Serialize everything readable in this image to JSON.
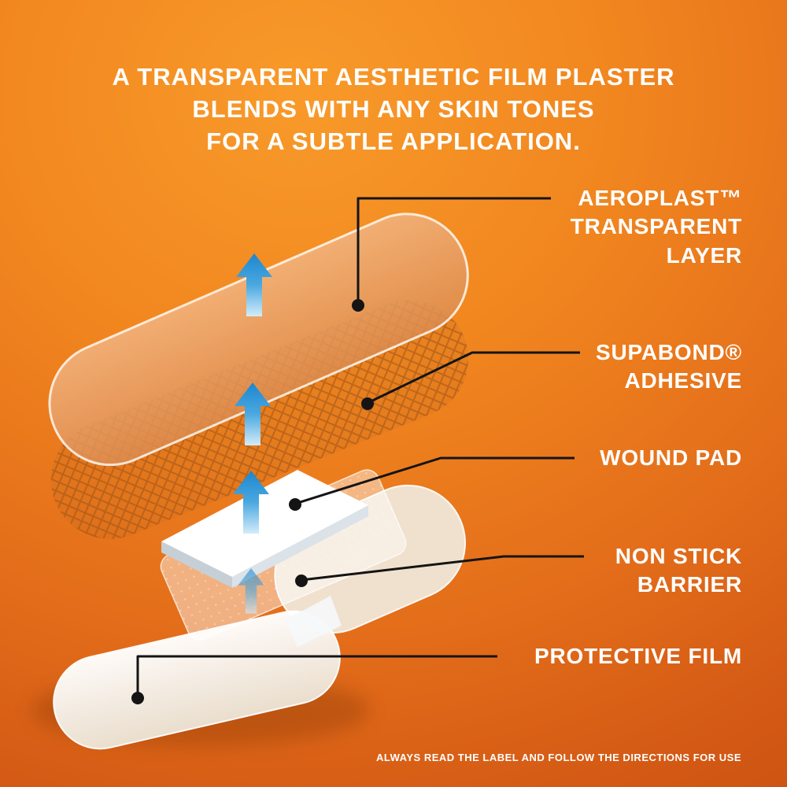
{
  "title": {
    "line1": "A TRANSPARENT AESTHETIC FILM PLASTER",
    "line2": "BLENDS WITH ANY SKIN TONES",
    "line3": "FOR A SUBTLE APPLICATION."
  },
  "callouts": {
    "aeroplast": {
      "lines": [
        "AEROPLAST™",
        "TRANSPARENT",
        "LAYER"
      ]
    },
    "supabond": {
      "lines": [
        "SUPABOND®",
        "ADHESIVE"
      ]
    },
    "wound_pad": {
      "lines": [
        "WOUND PAD"
      ]
    },
    "non_stick": {
      "lines": [
        "NON STICK",
        "BARRIER"
      ]
    },
    "protective_film": {
      "lines": [
        "PROTECTIVE FILM"
      ]
    }
  },
  "footer": "ALWAYS READ THE LABEL AND FOLLOW THE DIRECTIONS FOR USE",
  "colors": {
    "background_center": "#f89a2a",
    "background_edge": "#c54c10",
    "text": "#ffffff",
    "leader_line": "#141414",
    "arrow_blue": "#1d86cf",
    "plaster_tan": "#e5a169",
    "mesh_brown": "#9e5317"
  },
  "icons": {
    "up_arrow": "▲"
  }
}
